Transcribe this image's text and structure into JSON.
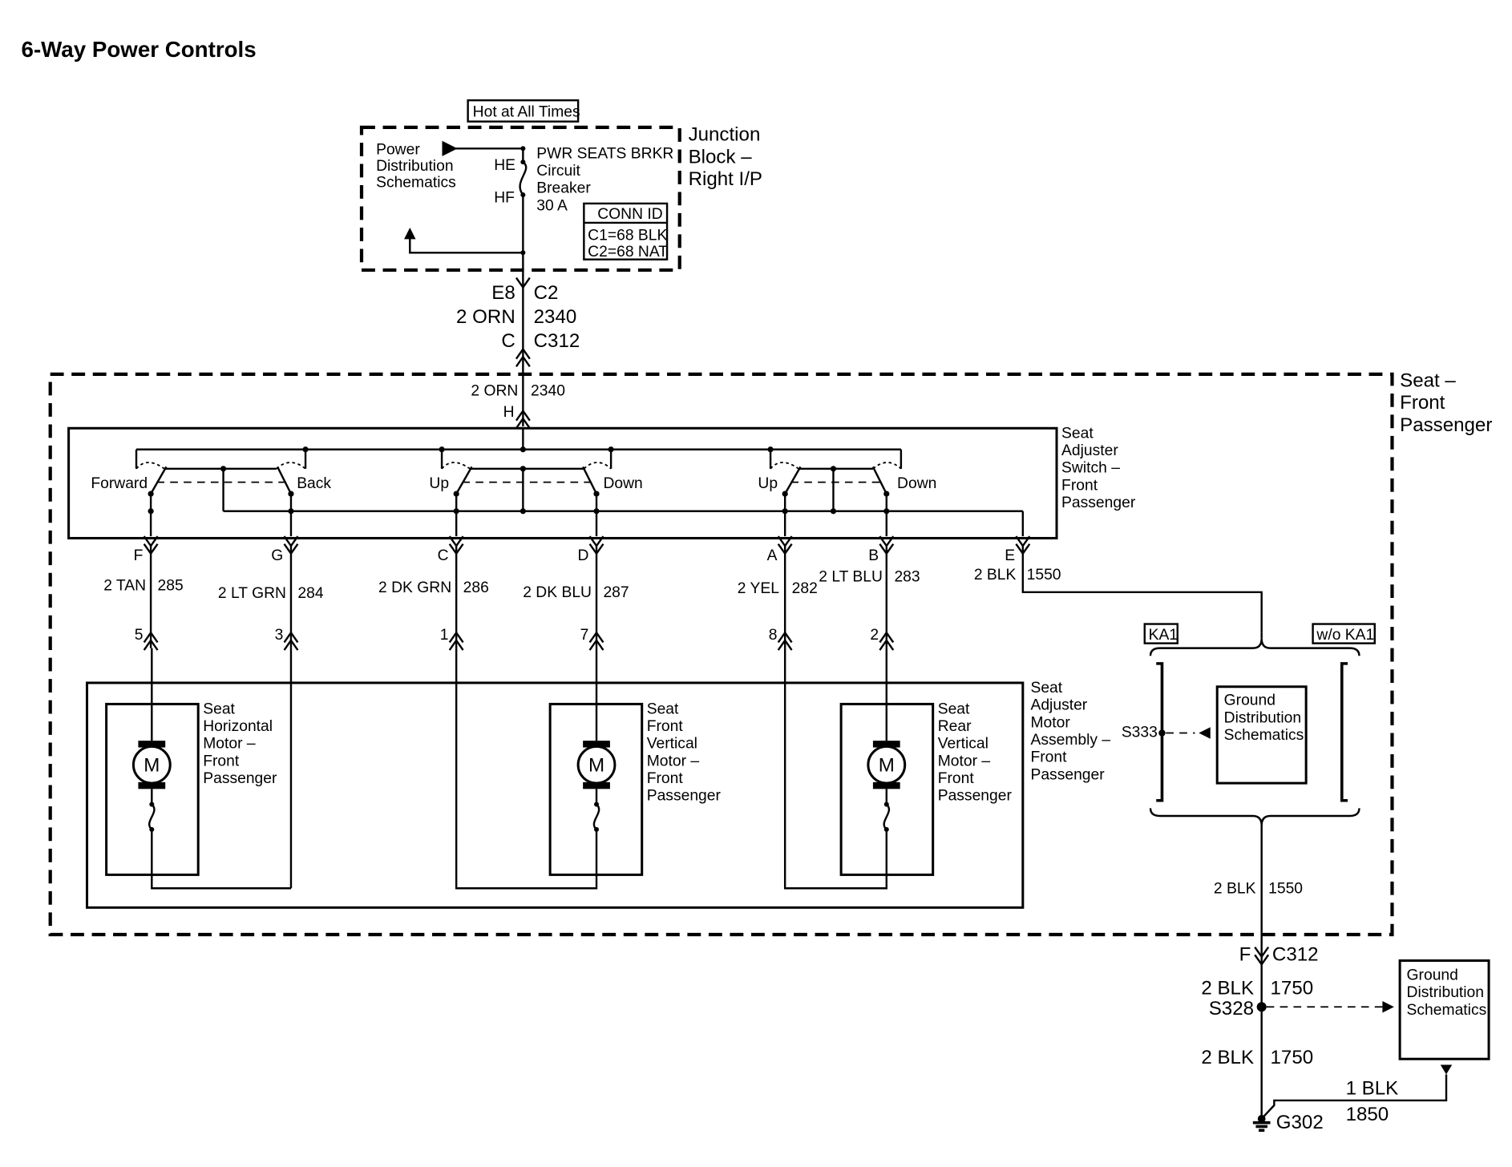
{
  "diagram": {
    "title": "6-Way Power Controls",
    "hot_label": "Hot at All Times",
    "junction_block": {
      "name_lines": [
        "Junction",
        "Block –",
        "Right I/P"
      ],
      "power_dist_lines": [
        "Power",
        "Distribution",
        "Schematics"
      ],
      "pin_he": "HE",
      "pin_hf": "HF",
      "breaker_lines": [
        "PWR SEATS BRKR",
        "Circuit",
        "Breaker",
        "30 A"
      ],
      "conn_id": {
        "title": "CONN ID",
        "lines": [
          "C1=68 BLK",
          "C2=68 NAT"
        ]
      }
    },
    "feed": {
      "left_lines": [
        "E8",
        "2 ORN",
        "C"
      ],
      "right_lines": [
        "C2",
        "2340",
        "C312"
      ],
      "inner_wire": "2 ORN",
      "inner_circuit": "2340",
      "inner_pin": "H"
    },
    "seat_label_lines": [
      "Seat –",
      "Front",
      "Passenger"
    ],
    "switch": {
      "name_lines": [
        "Seat",
        "Adjuster",
        "Switch –",
        "Front",
        "Passenger"
      ],
      "labels": [
        "Forward",
        "Back",
        "Up",
        "Down",
        "Up",
        "Down"
      ]
    },
    "pins": [
      {
        "pin": "F",
        "wire": "2 TAN",
        "circuit": "285",
        "motor_pin": "5"
      },
      {
        "pin": "G",
        "wire": "2 LT GRN",
        "circuit": "284",
        "motor_pin": "3"
      },
      {
        "pin": "C",
        "wire": "2 DK GRN",
        "circuit": "286",
        "motor_pin": "1"
      },
      {
        "pin": "D",
        "wire": "2 DK BLU",
        "circuit": "287",
        "motor_pin": "7"
      },
      {
        "pin": "A",
        "wire": "2 YEL",
        "circuit": "282",
        "motor_pin": "8"
      },
      {
        "pin": "B",
        "wire": "2 LT BLU",
        "circuit": "283",
        "motor_pin": "2"
      },
      {
        "pin": "E",
        "wire": "2 BLK",
        "circuit": "1550",
        "motor_pin": ""
      }
    ],
    "motor_assembly_lines": [
      "Seat",
      "Adjuster",
      "Motor",
      "Assembly –",
      "Front",
      "Passenger"
    ],
    "motors": [
      {
        "symbol": "M",
        "name_lines": [
          "Seat",
          "Horizontal",
          "Motor –",
          "Front",
          "Passenger"
        ]
      },
      {
        "symbol": "M",
        "name_lines": [
          "Seat",
          "Front",
          "Vertical",
          "Motor –",
          "Front",
          "Passenger"
        ]
      },
      {
        "symbol": "M",
        "name_lines": [
          "Seat",
          "Rear",
          "Vertical",
          "Motor –",
          "Front",
          "Passenger"
        ]
      }
    ],
    "ground_option": {
      "ka1": "KA1",
      "wo_ka1": "w/o KA1",
      "splice": "S333",
      "schematics_lines": [
        "Ground",
        "Distribution",
        "Schematics"
      ]
    },
    "lower": {
      "wire_2blk": "2 BLK",
      "circuit_1550": "1550",
      "conn_pin": "F",
      "conn": "C312",
      "wire_1750a": "2 BLK",
      "circuit_1750a": "1750",
      "splice": "S328",
      "wire_1750b": "2 BLK",
      "circuit_1750b": "1750",
      "ground_schematics_lines": [
        "Ground",
        "Distribution",
        "Schematics"
      ],
      "wire_1blk": "1 BLK",
      "circuit_1850": "1850",
      "ground": "G302"
    }
  }
}
